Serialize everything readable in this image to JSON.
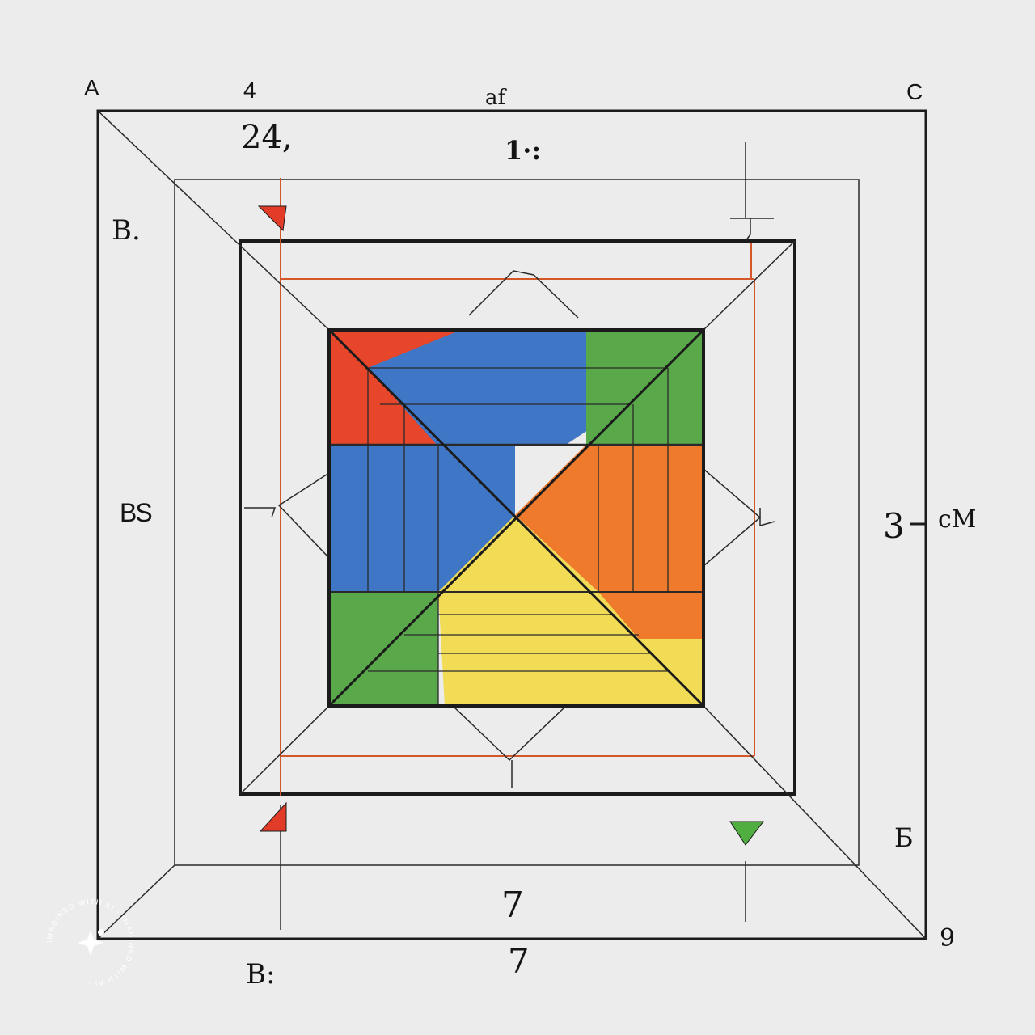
{
  "labels": {
    "corner_a": "A",
    "top_4": "4",
    "top_af": "af",
    "corner_c": "C",
    "num_24": "24,",
    "mid_1": "1·:",
    "left_b": "B.",
    "left_bs": "BS",
    "right_3": "3",
    "right_cm": "cM",
    "right_b_cyr": "Б",
    "bottom_7_inner": "7",
    "bottom_7_outer": "7",
    "bottom_b": "B:",
    "bottom_right_9": "9"
  },
  "colors": {
    "background": "#ececec",
    "line_dark": "#1b1b1b",
    "line_thin": "#2a2a2a",
    "guide_orange": "#d4572a",
    "fill_red": "#e8462a",
    "fill_blue": "#3f77c6",
    "fill_green": "#59a94a",
    "fill_orange": "#ef7a2c",
    "fill_yellow": "#f2dc55",
    "marker_red": "#e23c28",
    "marker_green": "#4fae3f"
  },
  "icons": {
    "watermark": "ai-sparkle-icon"
  },
  "watermark": {
    "ring_text": "IMAGINED WITH AI · IMAGINED WITH AI ·"
  }
}
